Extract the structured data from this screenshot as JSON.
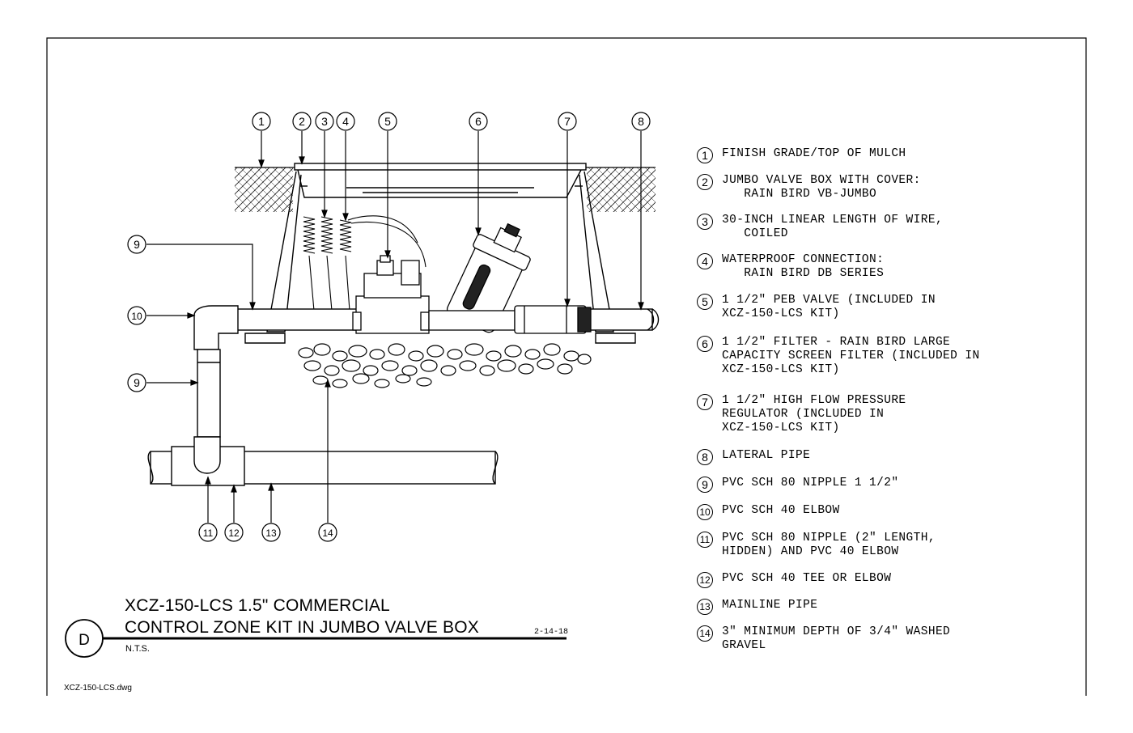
{
  "legend": [
    {
      "num": "1",
      "text": "FINISH GRADE/TOP OF MULCH"
    },
    {
      "num": "2",
      "text": "JUMBO VALVE BOX WITH COVER:\n   RAIN BIRD VB-JUMBO"
    },
    {
      "num": "3",
      "text": "30-INCH LINEAR LENGTH OF WIRE,\n   COILED"
    },
    {
      "num": "4",
      "text": "WATERPROOF CONNECTION:\n   RAIN BIRD DB SERIES"
    },
    {
      "num": "5",
      "text": "1 1/2\" PEB VALVE (INCLUDED IN\nXCZ-150-LCS KIT)"
    },
    {
      "num": "6",
      "text": "1 1/2\" FILTER - RAIN BIRD LARGE\nCAPACITY SCREEN FILTER (INCLUDED IN\nXCZ-150-LCS KIT)"
    },
    {
      "num": "7",
      "text": "1 1/2\" HIGH FLOW PRESSURE\nREGULATOR (INCLUDED IN\nXCZ-150-LCS KIT)"
    },
    {
      "num": "8",
      "text": "LATERAL PIPE"
    },
    {
      "num": "9",
      "text": "PVC SCH 80 NIPPLE 1 1/2\""
    },
    {
      "num": "10",
      "text": "PVC SCH 40 ELBOW"
    },
    {
      "num": "11",
      "text": "PVC SCH 80 NIPPLE (2\" LENGTH,\nHIDDEN) AND PVC 40 ELBOW"
    },
    {
      "num": "12",
      "text": "PVC SCH 40 TEE OR ELBOW"
    },
    {
      "num": "13",
      "text": "MAINLINE PIPE"
    },
    {
      "num": "14",
      "text": "3\" MINIMUM DEPTH OF 3/4\" WASHED\nGRAVEL"
    }
  ],
  "title_block": {
    "line1": "XCZ-150-LCS 1.5\" COMMERCIAL",
    "line2": "CONTROL ZONE KIT IN JUMBO VALVE BOX",
    "detail_letter": "D",
    "scale": "N.T.S.",
    "date": "2-14-18"
  },
  "filename": "XCZ-150-LCS.dwg"
}
